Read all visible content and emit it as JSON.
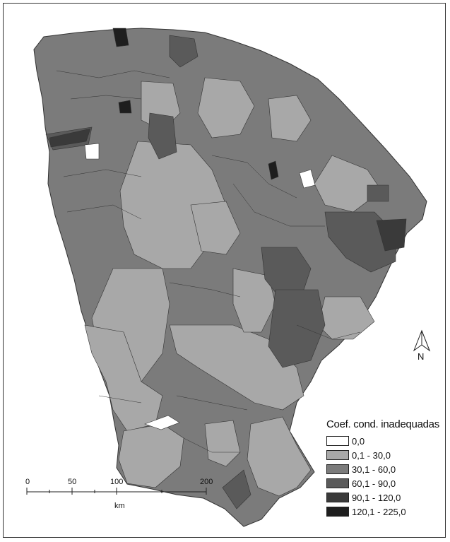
{
  "legend": {
    "title": "Coef. cond. inadequadas",
    "classes": [
      {
        "label": "0,0",
        "color": "#ffffff"
      },
      {
        "label": "0,1 - 30,0",
        "color": "#a8a8a8"
      },
      {
        "label": "30,1 - 60,0",
        "color": "#7b7b7b"
      },
      {
        "label": "60,1 - 90,0",
        "color": "#5a5a5a"
      },
      {
        "label": "90,1 - 120,0",
        "color": "#3a3a3a"
      },
      {
        "label": "120,1 - 225,0",
        "color": "#1e1e1e"
      }
    ]
  },
  "north_arrow": {
    "label": "N"
  },
  "scale_bar": {
    "ticks": [
      "0",
      "50",
      "100",
      "200"
    ],
    "unit": "km"
  },
  "colors": {
    "boundary": "#333333",
    "background": "#ffffff"
  }
}
